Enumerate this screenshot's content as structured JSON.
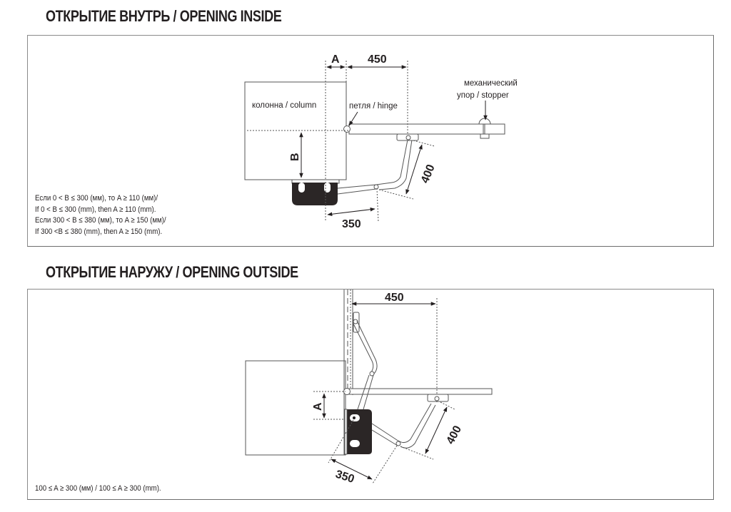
{
  "sections": [
    {
      "title": "ОТКРЫТИЕ ВНУТРЬ / OPENING INSIDE",
      "labels": {
        "column": "колонна / column",
        "hinge": "петля / hinge",
        "stopper_line1": "механический",
        "stopper_line2": "упор / stopper"
      },
      "dimensions": {
        "a": "A",
        "b": "B",
        "gate_arm": "450",
        "arm_length": "400",
        "motor_arm": "350"
      },
      "notes": [
        "Если 0 < B ≤ 300 (мм), то A ≥ 110 (мм)/",
        "If 0 < B ≤ 300 (mm), then A ≥ 110 (mm).",
        "Если 300 < B ≤ 380 (мм), то A ≥ 150 (мм)/",
        "If 300 <B ≤ 380 (mm), then A ≥ 150 (mm)."
      ]
    },
    {
      "title": "ОТКРЫТИЕ НАРУЖУ / OPENING OUTSIDE",
      "dimensions": {
        "a": "A",
        "gate_arm": "450",
        "arm_length": "400",
        "motor_arm": "350"
      },
      "notes": [
        "100 ≤ A ≥ 300 (мм) / 100 ≤ A ≥ 300 (mm)."
      ]
    }
  ],
  "colors": {
    "ink": "#231f20",
    "motor": "#2b2626",
    "frame": "#8a8a8a"
  }
}
